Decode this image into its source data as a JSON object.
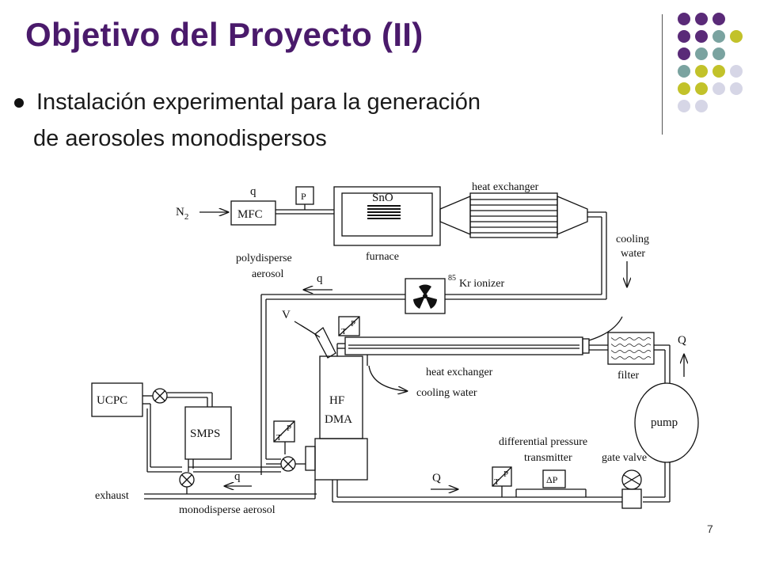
{
  "slide": {
    "title": "Objetivo del Proyecto (II)",
    "bullet_line1": "Instalación experimental para la generación",
    "bullet_line2": "de aerosoles monodispersos",
    "page_number": "7"
  },
  "palette": {
    "title": "#4a1a6b",
    "purple": "#5a2a78",
    "teal": "#7aa3a0",
    "olive": "#c2c22a",
    "lavender": "#d6d6e6"
  },
  "decor_grid": [
    [
      "purple",
      "purple",
      "purple",
      "",
      ""
    ],
    [
      "purple",
      "purple",
      "teal",
      "olive",
      ""
    ],
    [
      "purple",
      "teal",
      "teal",
      "",
      ""
    ],
    [
      "teal",
      "olive",
      "olive",
      "lavender",
      ""
    ],
    [
      "olive",
      "olive",
      "lavender",
      "lavender",
      ""
    ],
    [
      "lavender",
      "lavender",
      "",
      "",
      ""
    ]
  ],
  "diagram": {
    "n2": "N",
    "n2_sub": "2",
    "q_top": "q",
    "p_box": "P",
    "mfc": "MFC",
    "sno": "SnO",
    "heat_exchanger_top": "heat exchanger",
    "furnace": "furnace",
    "cooling_water_top1": "cooling",
    "cooling_water_top2": "water",
    "polydisperse1": "polydisperse",
    "polydisperse2": "aerosol",
    "q_poly": "q",
    "kr_sup": "85",
    "kr_ionizer": "Kr ionizer",
    "v_label": "V",
    "p_small1": "P",
    "t_small1": "T",
    "q_right": "Q",
    "filter": "filter",
    "heat_exchanger_mid": "heat exchanger",
    "cooling_water_mid": "cooling water",
    "ucpc": "UCPC",
    "smps": "SMPS",
    "hf": "HF",
    "dma": "DMA",
    "pump": "pump",
    "p_small2": "P",
    "t_small2": "T",
    "differential_pressure": "differential pressure",
    "transmitter": "transmitter",
    "gate_valve": "gate valve",
    "q_bottom": "Q",
    "p_small3": "P",
    "t_small3": "T",
    "delta_p": "ΔP",
    "exhaust": "exhaust",
    "q_exhaust": "q",
    "monodisperse": "monodisperse aerosol"
  }
}
